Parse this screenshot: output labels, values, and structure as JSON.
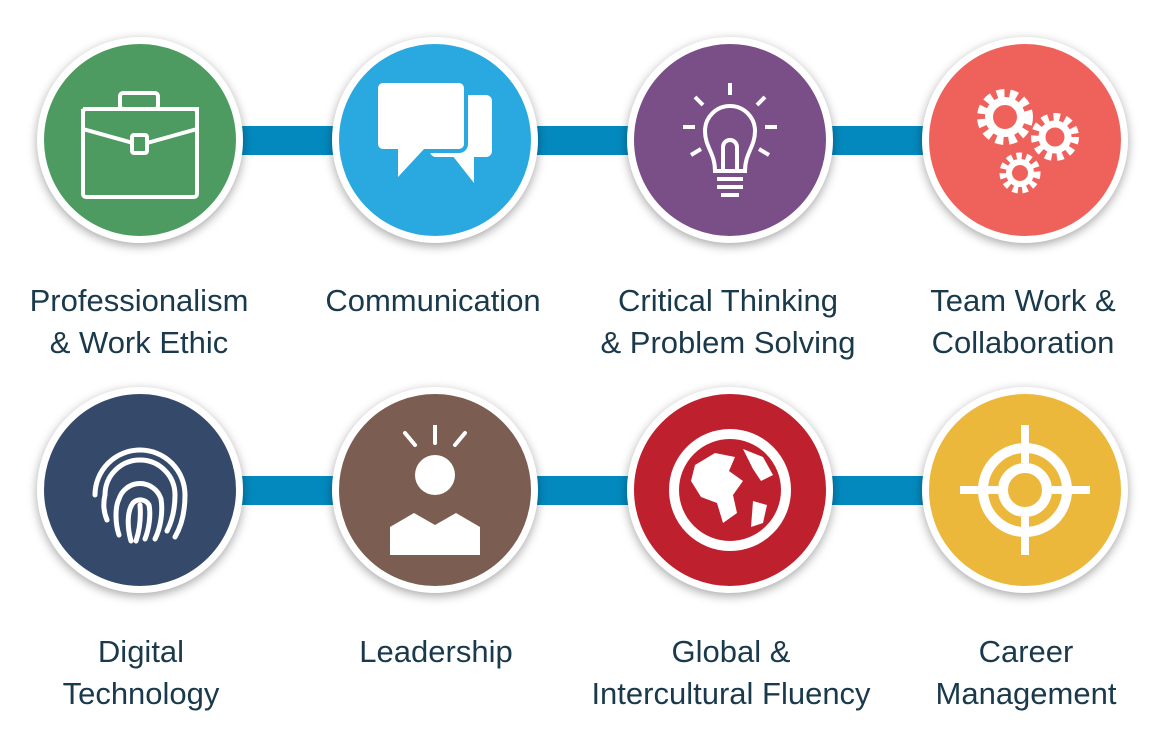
{
  "skills": [
    {
      "line1": "Professionalism",
      "line2": "& Work Ethic",
      "icon": "briefcase-icon",
      "color": "#4e9b62"
    },
    {
      "line1": "Communication",
      "line2": "",
      "icon": "chat-bubbles-icon",
      "color": "#2aa9e0"
    },
    {
      "line1": "Critical Thinking",
      "line2": "& Problem Solving",
      "icon": "lightbulb-icon",
      "color": "#7a4f88"
    },
    {
      "line1": "Team Work &",
      "line2": "Collaboration",
      "icon": "gears-icon",
      "color": "#ef625c"
    },
    {
      "line1": "Digital",
      "line2": "Technology",
      "icon": "fingerprint-icon",
      "color": "#354a6b"
    },
    {
      "line1": "Leadership",
      "line2": "",
      "icon": "leader-person-icon",
      "color": "#7b5d51"
    },
    {
      "line1": "Global &",
      "line2": "Intercultural Fluency",
      "icon": "globe-icon",
      "color": "#be202e"
    },
    {
      "line1": "Career",
      "line2": "Management",
      "icon": "target-icon",
      "color": "#ebb83b"
    }
  ],
  "connector_color": "#0489be"
}
